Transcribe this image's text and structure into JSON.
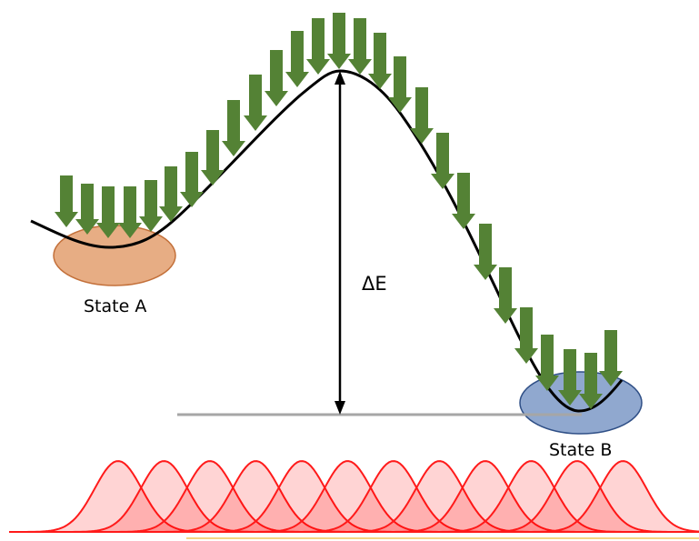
{
  "labels": {
    "state_a": "State A",
    "state_b": "State B",
    "barrier": "ΔE"
  },
  "colors": {
    "state_a_fill": "#e7ad84",
    "state_a_stroke": "#c3703a",
    "state_b_fill": "#90a8cf",
    "state_b_stroke": "#2f4f86",
    "curve": "#000000",
    "arrow_fill": "#548235",
    "gaussian_stroke": "#ff1a1a",
    "gaussian_fill": "#ff0000",
    "baseline": "#a6a6a6",
    "footer_rule": "#f2c75a"
  },
  "gaussian_count": 12
}
